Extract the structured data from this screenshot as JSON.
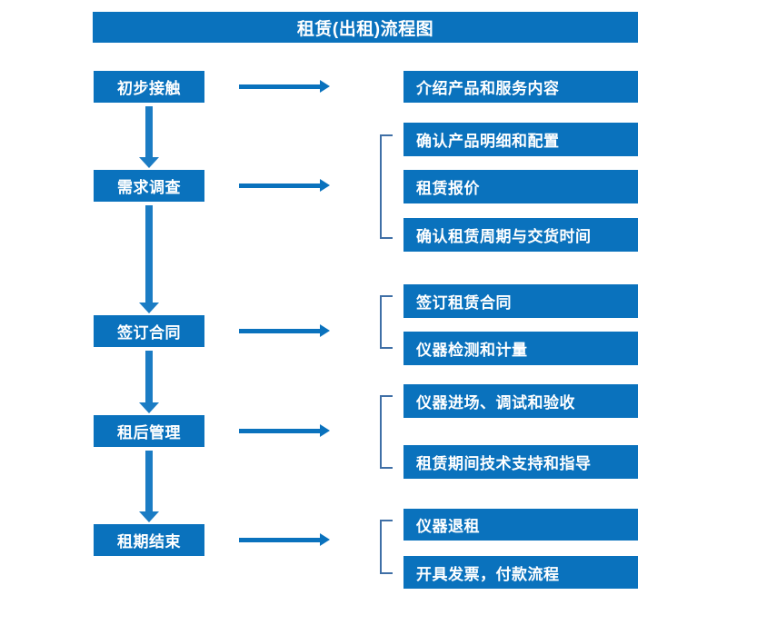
{
  "diagram": {
    "title": "租赁(出租)流程图",
    "accent_color": "#0a72bd",
    "arrow_color": "#1b7cc4",
    "bracket_color": "#3f6fa6",
    "text_color": "#ffffff",
    "background_color": "#ffffff",
    "stages": [
      {
        "label": "初步接触"
      },
      {
        "label": "需求调查"
      },
      {
        "label": "签订合同"
      },
      {
        "label": "租后管理"
      },
      {
        "label": "租期结束"
      }
    ],
    "tasks": [
      {
        "label": "介绍产品和服务内容"
      },
      {
        "label": "确认产品明细和配置"
      },
      {
        "label": "租赁报价"
      },
      {
        "label": "确认租赁周期与交货时间"
      },
      {
        "label": "签订租赁合同"
      },
      {
        "label": "仪器检测和计量"
      },
      {
        "label": "仪器进场、调试和验收"
      },
      {
        "label": "租赁期间技术支持和指导"
      },
      {
        "label": "仪器退租"
      },
      {
        "label": "开具发票，付款流程"
      }
    ]
  }
}
